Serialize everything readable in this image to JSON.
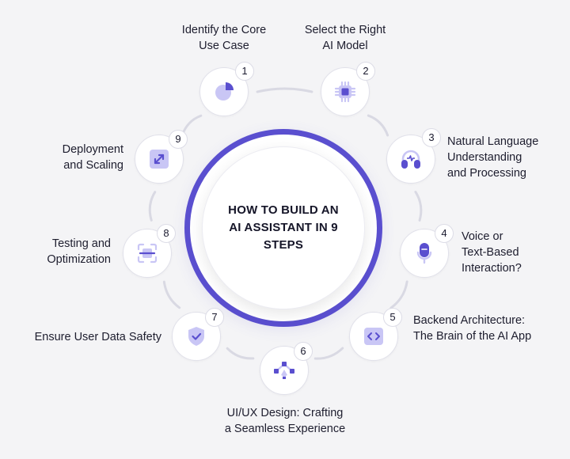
{
  "title": "HOW TO BUILD AN AI ASSISTANT IN 9 STEPS",
  "colors": {
    "accent": "#5a4fcf",
    "icon_fill": "#c9c6f5",
    "icon_dark": "#5a4fcf",
    "connector": "#d9d9e3",
    "background": "#f4f4f6"
  },
  "steps": [
    {
      "number": "1",
      "label": "Identify the Core\nUse Case",
      "icon": "pie-chart-icon"
    },
    {
      "number": "2",
      "label": "Select the Right\nAI Model",
      "icon": "chip-icon"
    },
    {
      "number": "3",
      "label": "Natural Language\nUnderstanding\nand Processing",
      "icon": "headphones-icon"
    },
    {
      "number": "4",
      "label": "Voice or\nText-Based\nInteraction?",
      "icon": "microphone-icon"
    },
    {
      "number": "5",
      "label": "Backend Architecture:\nThe Brain of the AI App",
      "icon": "code-icon"
    },
    {
      "number": "6",
      "label": "UI/UX Design: Crafting\na Seamless Experience",
      "icon": "design-nodes-icon"
    },
    {
      "number": "7",
      "label": "Ensure User Data Safety",
      "icon": "shield-check-icon"
    },
    {
      "number": "8",
      "label": "Testing and\nOptimization",
      "icon": "scan-icon"
    },
    {
      "number": "9",
      "label": "Deployment\nand Scaling",
      "icon": "expand-arrows-icon"
    }
  ]
}
